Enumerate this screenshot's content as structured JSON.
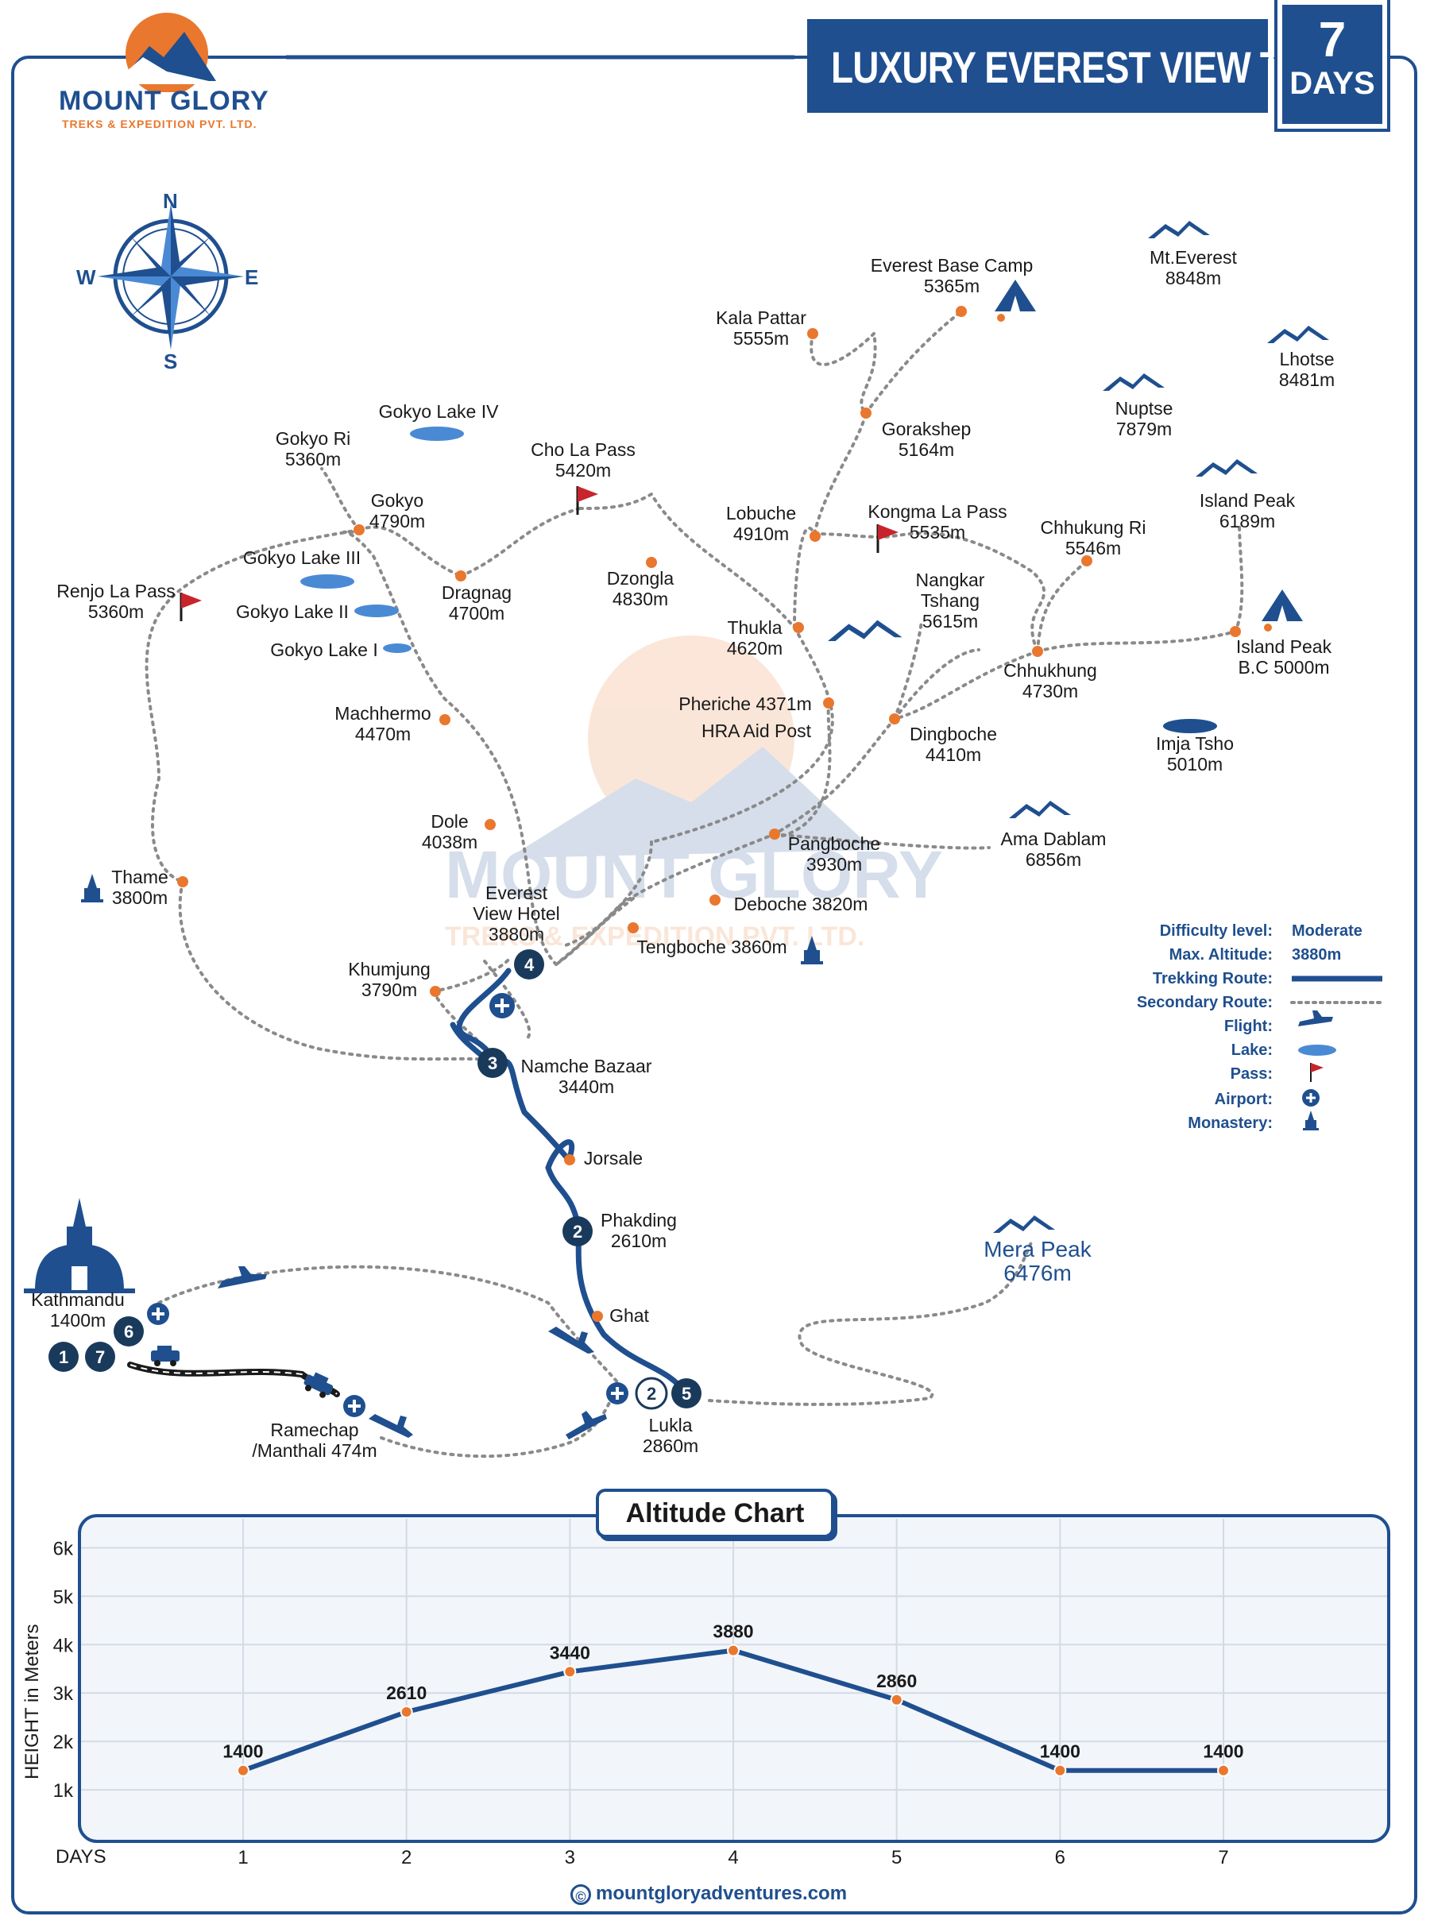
{
  "brand": {
    "name": "MOUNT GLORY",
    "tagline": "TREKS & EXPEDITION PVT. LTD.",
    "website": "mountgloryadventures.com"
  },
  "header": {
    "title": "LUXURY EVEREST VIEW TREK",
    "days_number": "7",
    "days_label": "DAYS"
  },
  "compass": {
    "n": "N",
    "e": "E",
    "s": "S",
    "w": "W"
  },
  "map": {
    "places": [
      {
        "id": "ebc",
        "l1": "Everest Base Camp",
        "l2": "5365m"
      },
      {
        "id": "everest",
        "l1": "Mt.Everest",
        "l2": "8848m"
      },
      {
        "id": "kalapattar",
        "l1": "Kala Pattar",
        "l2": "5555m"
      },
      {
        "id": "lhotse",
        "l1": "Lhotse",
        "l2": "8481m"
      },
      {
        "id": "nuptse",
        "l1": "Nuptse",
        "l2": "7879m"
      },
      {
        "id": "gorakshep",
        "l1": "Gorakshep",
        "l2": "5164m"
      },
      {
        "id": "gokyolake4",
        "l1": "Gokyo Lake IV",
        "l2": ""
      },
      {
        "id": "gokyori",
        "l1": "Gokyo Ri",
        "l2": "5360m"
      },
      {
        "id": "cholapass",
        "l1": "Cho La Pass",
        "l2": "5420m"
      },
      {
        "id": "gokyo",
        "l1": "Gokyo",
        "l2": "4790m"
      },
      {
        "id": "lobuche",
        "l1": "Lobuche",
        "l2": "4910m"
      },
      {
        "id": "kongmala",
        "l1": "Kongma La Pass",
        "l2": "5535m"
      },
      {
        "id": "chhukungri",
        "l1": "Chhukung Ri",
        "l2": "5546m"
      },
      {
        "id": "islandpeak",
        "l1": "Island Peak",
        "l2": "6189m"
      },
      {
        "id": "gokyolake3",
        "l1": "Gokyo Lake III",
        "l2": ""
      },
      {
        "id": "dragnag",
        "l1": "Dragnag",
        "l2": "4700m"
      },
      {
        "id": "dzongla",
        "l1": "Dzongla",
        "l2": "4830m"
      },
      {
        "id": "nangkar",
        "l1": "Nangkar",
        "l2": "Tshang",
        "l3": "5615m"
      },
      {
        "id": "renjola",
        "l1": "Renjo La Pass",
        "l2": "5360m"
      },
      {
        "id": "gokyolake2",
        "l1": "Gokyo Lake II",
        "l2": ""
      },
      {
        "id": "thukla",
        "l1": "Thukla",
        "l2": "4620m"
      },
      {
        "id": "islandpeakbc",
        "l1": "Island Peak",
        "l2": "B.C 5000m"
      },
      {
        "id": "gokyolake1",
        "l1": "Gokyo Lake I",
        "l2": ""
      },
      {
        "id": "chhukhung",
        "l1": "Chhukhung",
        "l2": "4730m"
      },
      {
        "id": "pheriche",
        "l1": "Pheriche 4371m",
        "l2": "HRA Aid Post"
      },
      {
        "id": "machhermo",
        "l1": "Machhermo",
        "l2": "4470m"
      },
      {
        "id": "dingboche",
        "l1": "Dingboche",
        "l2": "4410m"
      },
      {
        "id": "imjatsho",
        "l1": "Imja Tsho",
        "l2": "5010m"
      },
      {
        "id": "dole",
        "l1": "Dole",
        "l2": "4038m"
      },
      {
        "id": "pangboche",
        "l1": "Pangboche",
        "l2": "3930m"
      },
      {
        "id": "amadablam",
        "l1": "Ama Dablam",
        "l2": "6856m"
      },
      {
        "id": "thame",
        "l1": "Thame",
        "l2": "3800m"
      },
      {
        "id": "evh",
        "l1": "Everest",
        "l2": "View Hotel",
        "l3": "3880m"
      },
      {
        "id": "deboche",
        "l1": "Deboche 3820m",
        "l2": ""
      },
      {
        "id": "tengboche",
        "l1": "Tengboche 3860m",
        "l2": ""
      },
      {
        "id": "khumjung",
        "l1": "Khumjung",
        "l2": "3790m"
      },
      {
        "id": "namche",
        "l1": "Namche Bazaar",
        "l2": "3440m"
      },
      {
        "id": "jorsale",
        "l1": "Jorsale",
        "l2": ""
      },
      {
        "id": "phakding",
        "l1": "Phakding",
        "l2": "2610m"
      },
      {
        "id": "merapeak",
        "l1": "Mera Peak",
        "l2": "6476m"
      },
      {
        "id": "kathmandu",
        "l1": "Kathmandu",
        "l2": "1400m"
      },
      {
        "id": "ghat",
        "l1": "Ghat",
        "l2": ""
      },
      {
        "id": "ramechap",
        "l1": "Ramechap",
        "l2": "/Manthali 474m"
      },
      {
        "id": "lukla",
        "l1": "Lukla",
        "l2": "2860m"
      }
    ],
    "day_markers": [
      "1",
      "7",
      "6",
      "2",
      "3",
      "4",
      "2",
      "5"
    ]
  },
  "legend": {
    "difficulty_label": "Difficulty level:",
    "difficulty_value": "Moderate",
    "altitude_label": "Max. Altitude:",
    "altitude_value": "3880m",
    "trekking_label": "Trekking Route:",
    "secondary_label": "Secondary Route:",
    "flight_label": "Flight:",
    "lake_label": "Lake:",
    "pass_label": "Pass:",
    "airport_label": "Airport:",
    "monastery_label": "Monastery:"
  },
  "altitude_chart": {
    "title": "Altitude Chart"
  },
  "chart_data": {
    "type": "line",
    "title": "Altitude Chart",
    "xlabel": "DAYS",
    "ylabel": "HEIGHT in Meters",
    "x": [
      1,
      2,
      3,
      4,
      5,
      6,
      7
    ],
    "categories": [
      "1",
      "2",
      "3",
      "4",
      "5",
      "6",
      "7"
    ],
    "values": [
      1400,
      2610,
      3440,
      3880,
      2860,
      1400,
      1400
    ],
    "y_ticks": [
      "1k",
      "2k",
      "3k",
      "4k",
      "5k",
      "6k"
    ],
    "ylim": [
      0,
      6500
    ],
    "grid": true,
    "line_color": "#1f4f8f"
  }
}
